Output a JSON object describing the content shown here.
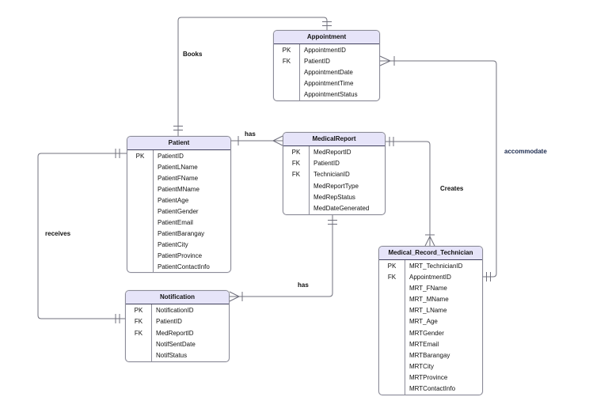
{
  "diagram": {
    "entities": [
      {
        "name": "Appointment",
        "rows": [
          {
            "key": "PK",
            "attr": "AppointmentID"
          },
          {
            "key": "FK",
            "attr": "PatientID"
          },
          {
            "key": "",
            "attr": "AppointmentDate"
          },
          {
            "key": "",
            "attr": "AppointmentTime"
          },
          {
            "key": "",
            "attr": "AppointmentStatus"
          }
        ]
      },
      {
        "name": "Patient",
        "rows": [
          {
            "key": "PK",
            "attr": "PatientID"
          },
          {
            "key": "",
            "attr": "PatientLName"
          },
          {
            "key": "",
            "attr": "PatientFName"
          },
          {
            "key": "",
            "attr": "PatientMName"
          },
          {
            "key": "",
            "attr": "PatientAge"
          },
          {
            "key": "",
            "attr": "PatientGender"
          },
          {
            "key": "",
            "attr": "PatientEmail"
          },
          {
            "key": "",
            "attr": "PatientBarangay"
          },
          {
            "key": "",
            "attr": "PatientCity"
          },
          {
            "key": "",
            "attr": "PatientProvince"
          },
          {
            "key": "",
            "attr": "PatientContactInfo"
          }
        ]
      },
      {
        "name": "MedicalReport",
        "rows": [
          {
            "key": "PK",
            "attr": "MedReportID"
          },
          {
            "key": "FK",
            "attr": "PatientID"
          },
          {
            "key": "FK",
            "attr": "TechnicianID"
          },
          {
            "key": "",
            "attr": "MedReportType"
          },
          {
            "key": "",
            "attr": "MedRepStatus"
          },
          {
            "key": "",
            "attr": "MedDateGenerated"
          }
        ]
      },
      {
        "name": "Medical_Record_Technician",
        "rows": [
          {
            "key": "PK",
            "attr": "MRT_TechnicianID"
          },
          {
            "key": "FK",
            "attr": "AppointmentID"
          },
          {
            "key": "",
            "attr": "MRT_FName"
          },
          {
            "key": "",
            "attr": "MRT_MName"
          },
          {
            "key": "",
            "attr": "MRT_LName"
          },
          {
            "key": "",
            "attr": "MRT_Age"
          },
          {
            "key": "",
            "attr": "MRTGender"
          },
          {
            "key": "",
            "attr": "MRTEmail"
          },
          {
            "key": "",
            "attr": "MRTBarangay"
          },
          {
            "key": "",
            "attr": "MRTCity"
          },
          {
            "key": "",
            "attr": "MRTProvince"
          },
          {
            "key": "",
            "attr": "MRTContactInfo"
          }
        ]
      },
      {
        "name": "Notification",
        "rows": [
          {
            "key": "PK",
            "attr": "NotificationID"
          },
          {
            "key": "FK",
            "attr": "PatientID"
          },
          {
            "key": "FK",
            "attr": "MedReportID"
          },
          {
            "key": "",
            "attr": "NotifSentDate"
          },
          {
            "key": "",
            "attr": "NotifStatus"
          }
        ]
      }
    ],
    "relationships": {
      "books": "Books",
      "has_patient_report": "has",
      "creates": "Creates",
      "accommodate": "accommodate",
      "receives": "receives",
      "has_report_notification": "has"
    },
    "colors": {
      "entity_header_fill": "#e6e4f9",
      "entity_border": "#8c8c99",
      "header_divider": "#3f3f5c",
      "connector_line": "#70707c",
      "label_text": "#111111",
      "accent_label_text": "#1c2b4f"
    }
  }
}
